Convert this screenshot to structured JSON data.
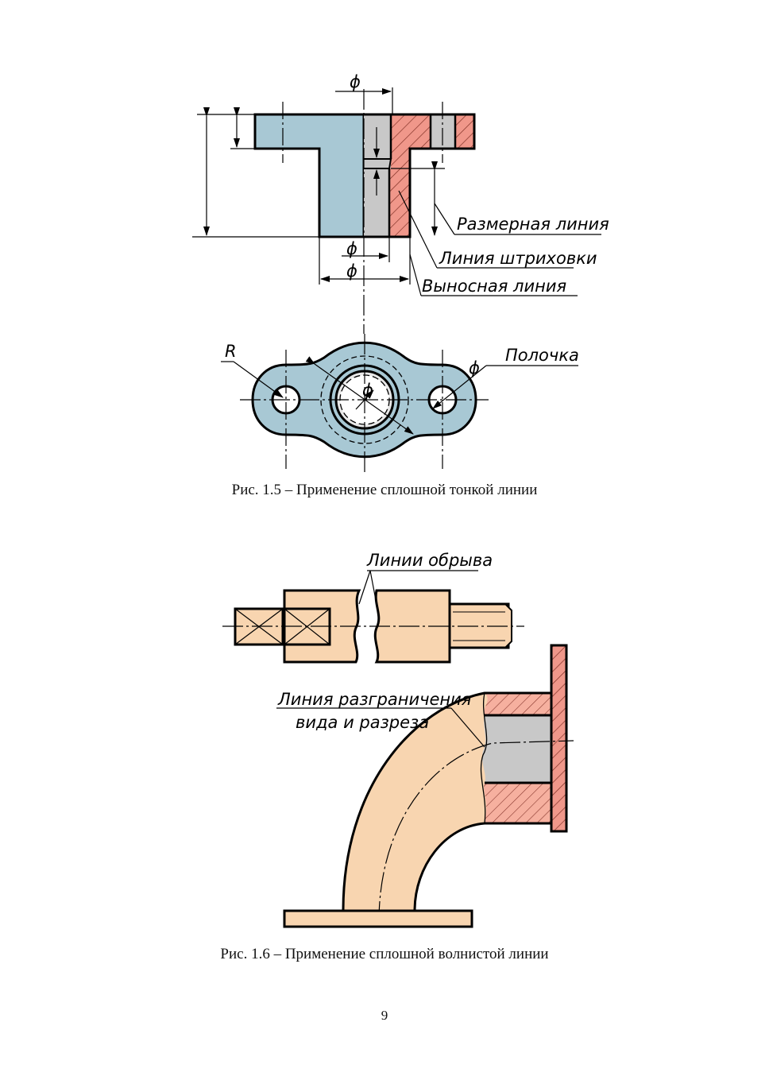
{
  "figure_1_5": {
    "caption": "Рис. 1.5 – Применение сплошной тонкой линии",
    "labels": {
      "dimension_line": "Размерная линия",
      "hatch_line": "Линия штриховки",
      "extension_line": "Выносная линия",
      "leader_shelf": "Полочка",
      "radius": "R",
      "diameter_top": "ϕ",
      "diameter_inner": "ϕ",
      "diameter_outer": "ϕ",
      "diameter_hole": "ϕ",
      "diameter_bore": "ϕ"
    },
    "colors": {
      "part": "#a8c8d4",
      "section": "#f0978a",
      "bore": "#c8c8c8"
    }
  },
  "figure_1_6": {
    "caption": "Рис. 1.6 – Применение сплошной волнистой линии",
    "labels": {
      "break_lines": "Линии обрыва",
      "boundary_line_1": "Линия разграничения",
      "boundary_line_2": "вида и разреза"
    },
    "colors": {
      "part": "#f8d5b0",
      "section": "#f0978a",
      "bore": "#c8c8c8"
    }
  },
  "page_number": "9"
}
